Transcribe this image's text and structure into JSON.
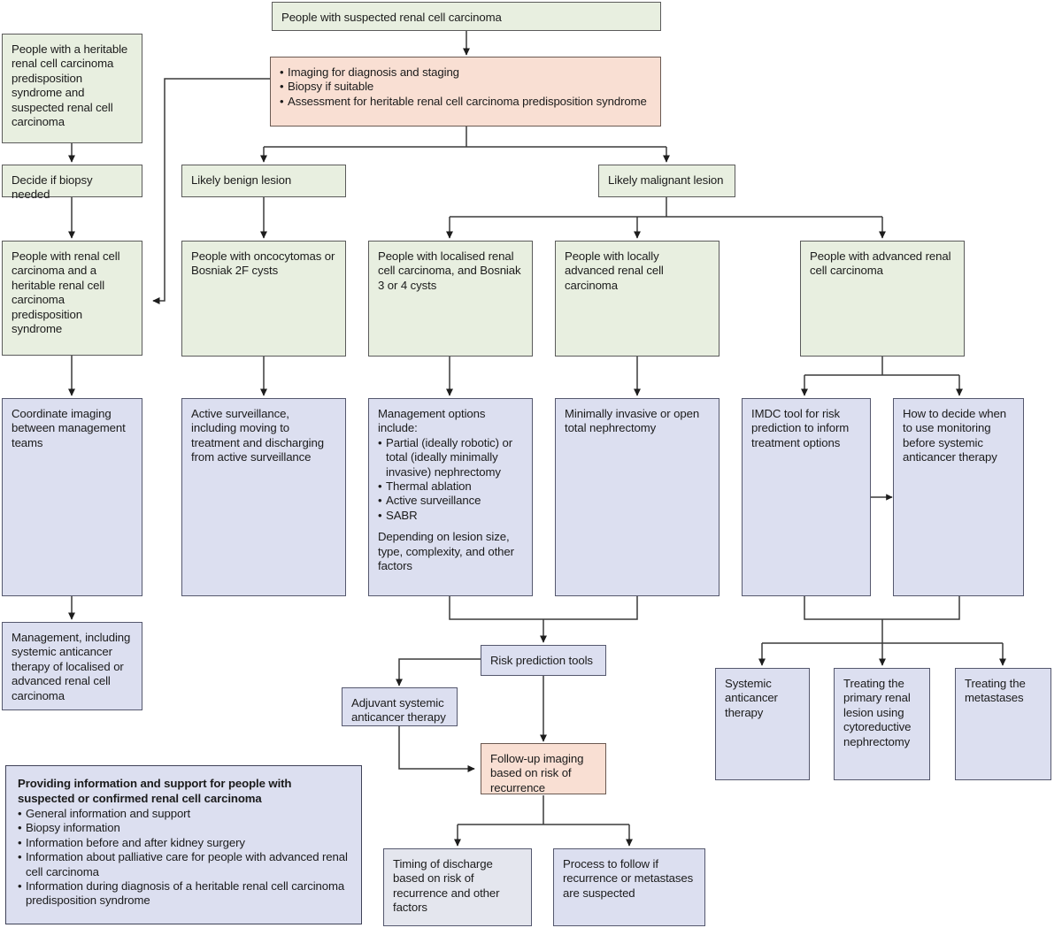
{
  "diagram": {
    "title": "Renal cell carcinoma suspected diagnosis and management pathway",
    "colors": {
      "green_fill": "#e8efe0",
      "blue_fill": "#dcdff0",
      "blue_light_fill": "#e4e6ee",
      "pink_fill": "#f9dfd3",
      "line": "#3a3a3a",
      "text": "#1b1b1b"
    }
  },
  "nodes": {
    "suspected_rcc": "People with suspected renal cell carcinoma",
    "heritable_suspected": "People with a heritable renal cell carcinoma predisposition syndrome and suspected renal cell carcinoma",
    "decide_biopsy": "Decide if biopsy needed",
    "rcc_and_heritable": "People with renal cell carcinoma and a heritable renal cell carcinoma predisposition syndrome",
    "coordinate_imaging": "Coordinate imaging between management teams",
    "management_systemic": "Management, including systemic anticancer therapy of localised or advanced renal cell carcinoma",
    "imaging_bullets": [
      "Imaging for diagnosis and staging",
      "Biopsy if suitable",
      "Assessment for heritable renal cell carcinoma predisposition syndrome"
    ],
    "likely_benign": "Likely benign lesion",
    "likely_malignant": "Likely malignant lesion",
    "oncocytomas": "People with oncocytomas or Bosniak 2F cysts",
    "localised_rcc": "People with localised renal cell carcinoma, and Bosniak 3 or 4 cysts",
    "locally_advanced": "People with locally advanced renal cell carcinoma",
    "advanced_rcc": "People with advanced renal cell carcinoma",
    "active_surveillance": "Active surveillance, including moving to treatment and discharging from active surveillance",
    "management_options_intro": "Management options include:",
    "management_options_bullets": [
      "Partial (ideally robotic) or total (ideally minimally invasive) nephrectomy",
      "Thermal ablation",
      "Active surveillance",
      "SABR"
    ],
    "management_options_tail": "Depending on lesion size, type, complexity, and other factors",
    "total_nephrectomy": "Minimally invasive or open total nephrectomy",
    "imdc_tool": "IMDC tool for risk prediction to inform treatment options",
    "monitoring_before_sact": "How to decide when to use monitoring before systemic anticancer therapy",
    "risk_prediction_tools": "Risk prediction tools",
    "adjuvant_sact": "Adjuvant systemic anticancer therapy",
    "followup_imaging": "Follow-up imaging based on risk of recurrence",
    "timing_discharge": "Timing of discharge based on risk of recurrence and other factors",
    "process_recurrence": "Process to follow if recurrence or metastases are suspected",
    "systemic_anticancer_therapy": "Systemic anticancer therapy",
    "cytoreductive_nephrectomy": "Treating the primary renal lesion using cytoreductive nephrectomy",
    "treating_metastases": "Treating the metastases"
  },
  "info_box": {
    "title": "Providing information and support for people with suspected or confirmed renal cell carcinoma",
    "bullets": [
      "General information and support",
      "Biopsy information",
      "Information before and after kidney surgery",
      "Information about palliative care for people with advanced renal cell carcinoma",
      "Information during diagnosis of a heritable renal cell carcinoma predisposition syndrome"
    ]
  }
}
